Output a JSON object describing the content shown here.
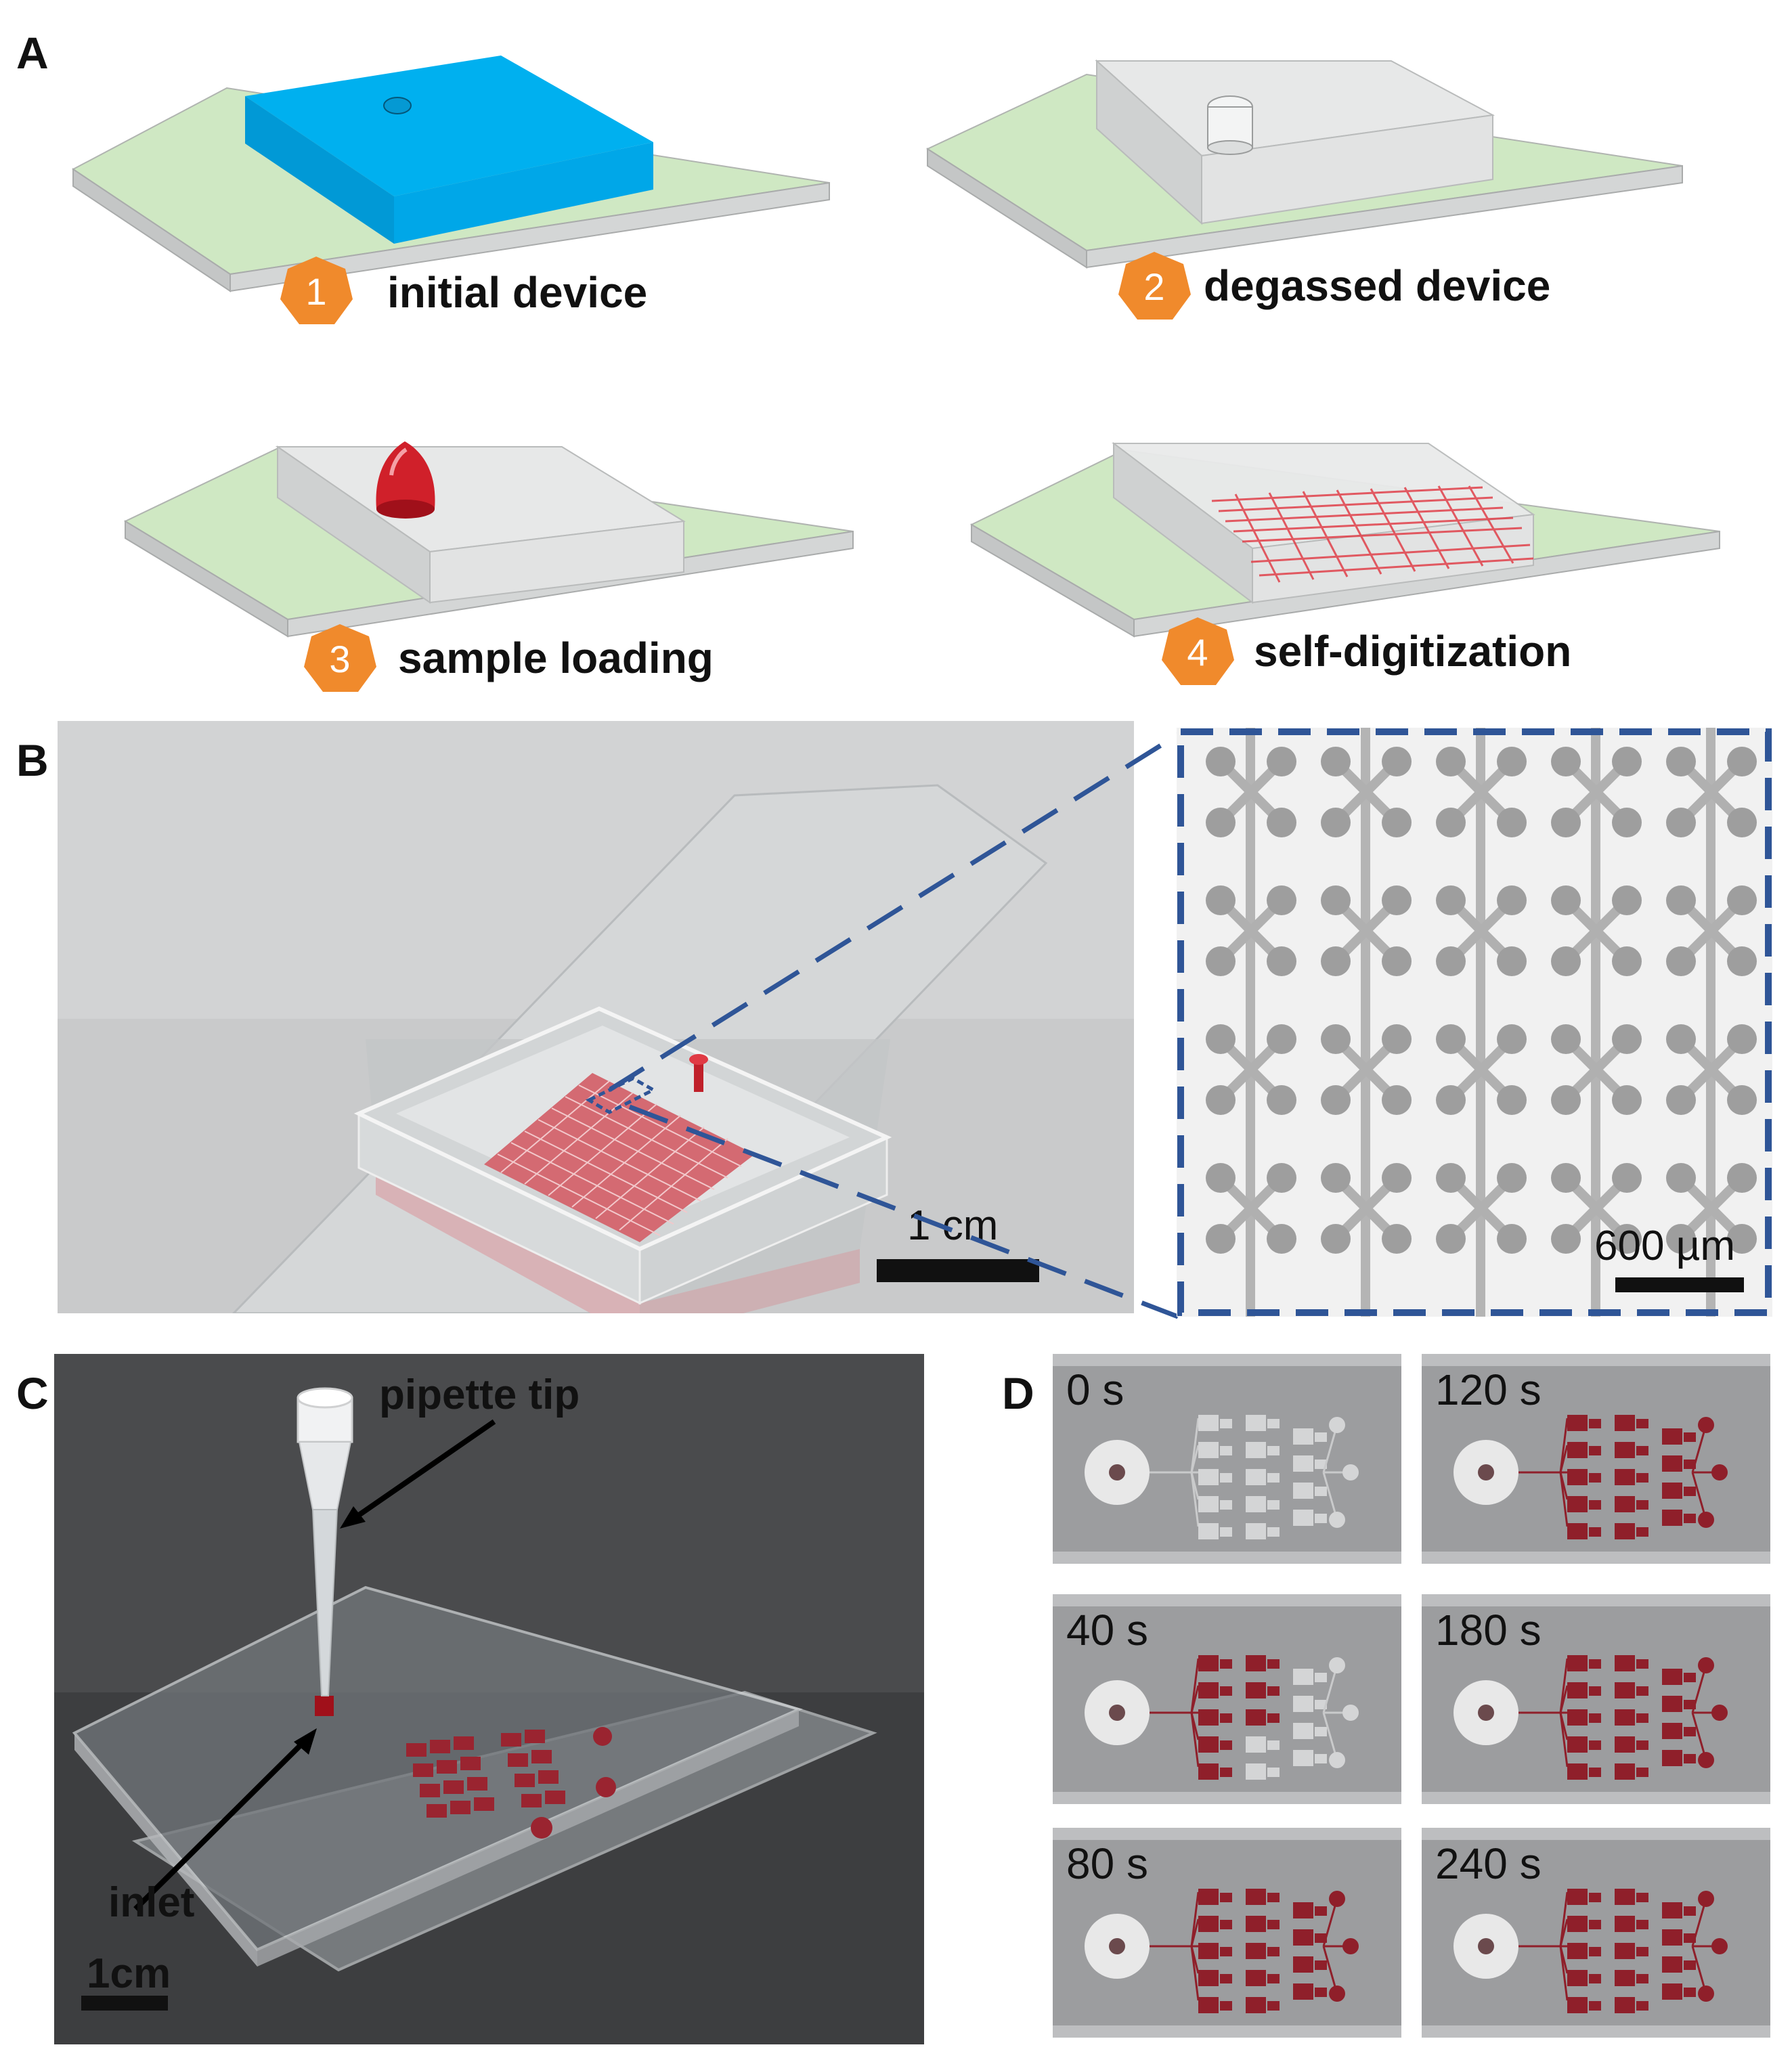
{
  "panels": {
    "a": {
      "letter": "A",
      "steps": [
        {
          "number": "1",
          "label": "initial device"
        },
        {
          "number": "2",
          "label": "degassed device"
        },
        {
          "number": "3",
          "label": "sample loading"
        },
        {
          "number": "4",
          "label": "self-digitization"
        }
      ]
    },
    "b": {
      "letter": "B",
      "scale_main": "1 cm",
      "scale_zoom": "600 µm"
    },
    "c": {
      "letter": "C",
      "pipette_label": "pipette tip",
      "inlet_label": "inlet",
      "scale": "1cm"
    },
    "d": {
      "letter": "D",
      "times": [
        "0 s",
        "120 s",
        "40 s",
        "180 s",
        "80 s",
        "240 s"
      ]
    }
  },
  "colors": {
    "slide_green": "#cfe8c3",
    "pdms_blue": "#00b0ef",
    "pdms_gray": "#e3e4e4",
    "sample_red": "#d0202a",
    "step_badge": "#f08a2c",
    "zoom_border": "#2f5597"
  }
}
